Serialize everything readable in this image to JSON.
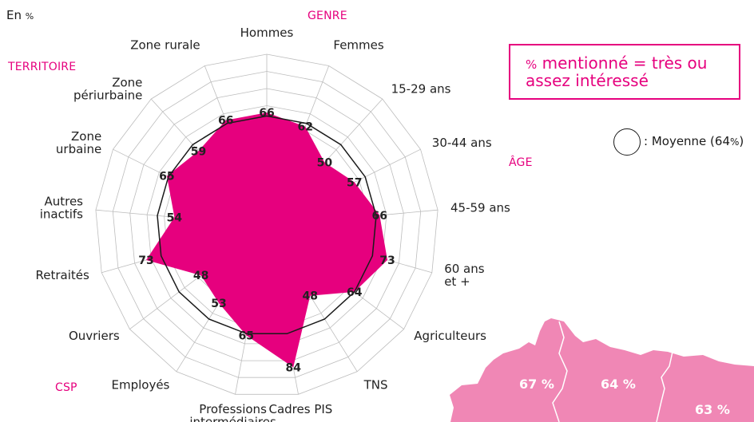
{
  "unit_label": "En",
  "unit_symbol": "%",
  "groups": {
    "genre": "GENRE",
    "territoire": "TERRITOIRE",
    "age": "ÂGE",
    "csp": "CSP"
  },
  "legend": {
    "main_symbol": "%",
    "main_line1": "mentionné = très ou",
    "main_line2": "assez intéressé",
    "average_text": ": Moyenne (64",
    "average_symbol": "%",
    "average_close": ")"
  },
  "colors": {
    "accent": "#e6007e",
    "fill": "#e6007e",
    "map_fill": "#f087b5",
    "grid": "#bdbdbd",
    "average_line": "#1a1a1a"
  },
  "chart_data": {
    "type": "radar",
    "categories": [
      [
        "Hommes"
      ],
      [
        "Femmes"
      ],
      [
        "15-29 ans"
      ],
      [
        "30-44 ans"
      ],
      [
        "45-59 ans"
      ],
      [
        "60 ans",
        "et +"
      ],
      [
        "Agriculteurs"
      ],
      [
        "TNS"
      ],
      [
        "Cadres PIS"
      ],
      [
        "Professions",
        "intermédiaires"
      ],
      [
        "Employés"
      ],
      [
        "Ouvriers"
      ],
      [
        "Retraités"
      ],
      [
        "Autres",
        "inactifs"
      ],
      [
        "Zone",
        "urbaine"
      ],
      [
        "Zone",
        "périurbaine"
      ],
      [
        "Zone rurale"
      ]
    ],
    "values": [
      66,
      62,
      50,
      57,
      66,
      73,
      64,
      48,
      84,
      65,
      53,
      48,
      73,
      54,
      65,
      59,
      66
    ],
    "average": 64,
    "rlim": [
      0,
      100
    ],
    "grid": true
  },
  "map_data": {
    "regions": [
      {
        "value": "67 %"
      },
      {
        "value": "64 %"
      },
      {
        "value": "63 %"
      }
    ]
  }
}
